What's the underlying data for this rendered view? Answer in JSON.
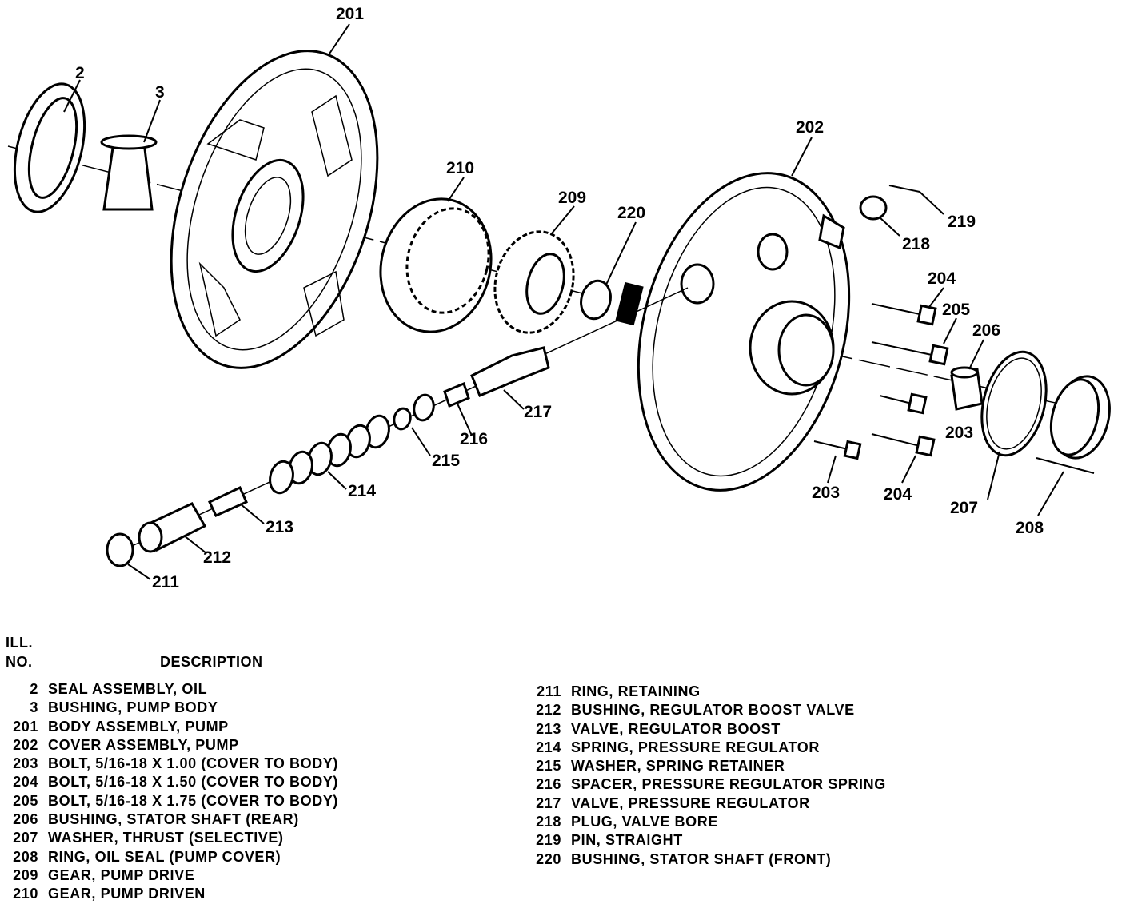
{
  "callouts": {
    "c2": "2",
    "c3": "3",
    "c201": "201",
    "c202": "202",
    "c203a": "203",
    "c203b": "203",
    "c204a": "204",
    "c204b": "204",
    "c205": "205",
    "c206": "206",
    "c207": "207",
    "c208": "208",
    "c209": "209",
    "c210": "210",
    "c211": "211",
    "c212": "212",
    "c213": "213",
    "c214": "214",
    "c215": "215",
    "c216": "216",
    "c217": "217",
    "c218": "218",
    "c219": "219",
    "c220": "220"
  },
  "legend": {
    "header_ill": "ILL.",
    "header_no": "NO.",
    "header_desc": "DESCRIPTION",
    "left": [
      {
        "num": "2",
        "desc": "SEAL ASSEMBLY, OIL"
      },
      {
        "num": "3",
        "desc": "BUSHING, PUMP BODY"
      },
      {
        "num": "201",
        "desc": "BODY ASSEMBLY, PUMP"
      },
      {
        "num": "202",
        "desc": "COVER ASSEMBLY, PUMP"
      },
      {
        "num": "203",
        "desc": "BOLT, 5/16-18 X 1.00 (COVER TO BODY)"
      },
      {
        "num": "204",
        "desc": "BOLT, 5/16-18 X 1.50 (COVER TO BODY)"
      },
      {
        "num": "205",
        "desc": "BOLT, 5/16-18 X 1.75 (COVER TO BODY)"
      },
      {
        "num": "206",
        "desc": "BUSHING, STATOR SHAFT (REAR)"
      },
      {
        "num": "207",
        "desc": "WASHER, THRUST (SELECTIVE)"
      },
      {
        "num": "208",
        "desc": "RING, OIL SEAL (PUMP COVER)"
      },
      {
        "num": "209",
        "desc": "GEAR, PUMP DRIVE"
      },
      {
        "num": "210",
        "desc": "GEAR, PUMP DRIVEN"
      }
    ],
    "right": [
      {
        "num": "211",
        "desc": "RING, RETAINING"
      },
      {
        "num": "212",
        "desc": "BUSHING, REGULATOR BOOST VALVE"
      },
      {
        "num": "213",
        "desc": "VALVE, REGULATOR BOOST"
      },
      {
        "num": "214",
        "desc": "SPRING, PRESSURE REGULATOR"
      },
      {
        "num": "215",
        "desc": "WASHER, SPRING RETAINER"
      },
      {
        "num": "216",
        "desc": "SPACER, PRESSURE REGULATOR SPRING"
      },
      {
        "num": "217",
        "desc": "VALVE, PRESSURE REGULATOR"
      },
      {
        "num": "218",
        "desc": "PLUG, VALVE BORE"
      },
      {
        "num": "219",
        "desc": "PIN, STRAIGHT"
      },
      {
        "num": "220",
        "desc": "BUSHING, STATOR SHAFT (FRONT)"
      }
    ]
  }
}
